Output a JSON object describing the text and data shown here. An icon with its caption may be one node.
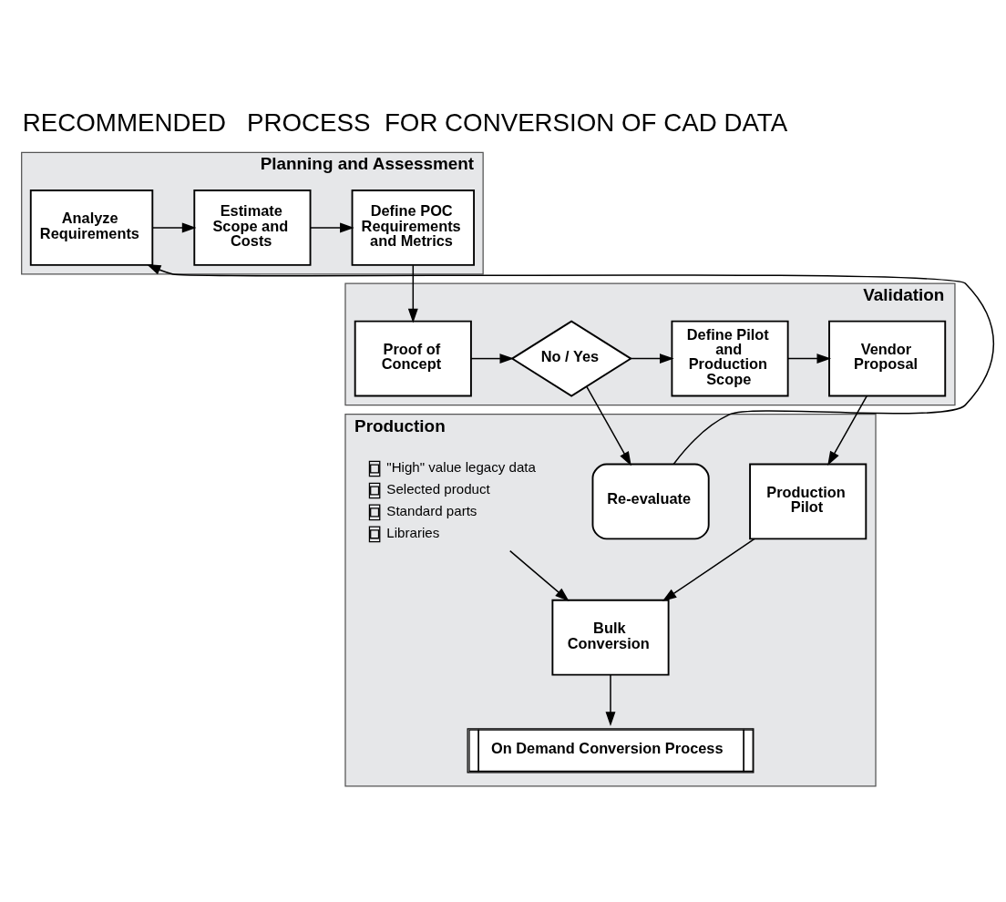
{
  "diagram": {
    "title": "RECOMMENDED   PROCESS  FOR CONVERSION OF CAD DATA",
    "nodes": [
      {
        "text": [
          "Planning and Assessment"
        ]
      },
      {
        "text": [
          "Analyze Requirements"
        ],
        "in": 0
      },
      {
        "text": [
          "Estimate Scope and Costs"
        ],
        "in": 0
      },
      {
        "text": [
          "Define POC Requirements and Metrics"
        ],
        "in": 0
      },
      {
        "text": [
          "Validation"
        ]
      },
      {
        "text": [
          "Proof of Concept"
        ],
        "in": 4
      },
      {
        "text": [
          "No / Yes"
        ],
        "in": 4
      },
      {
        "text": [
          "Define Pilot and Production Scope"
        ],
        "in": 4
      },
      {
        "text": [
          "Vendor Proposal"
        ],
        "in": 4
      },
      {
        "text": [
          "Production"
        ]
      },
      {
        "text": [
          "Re-evaluate"
        ],
        "in": 9
      },
      {
        "text": [
          "Production Pilot"
        ],
        "in": 9
      },
      {
        "text": [
          "\"High\" value legacy data",
          "Selected product",
          "Standard parts",
          "Libraries"
        ],
        "in": 9
      },
      {
        "text": [
          "Bulk Conversion"
        ],
        "in": 9
      },
      {
        "text": [
          "On Demand Conversion Process"
        ],
        "in": 9
      }
    ],
    "edges": [
      {
        "from": 1,
        "to": 2,
        "arrow": "to"
      },
      {
        "from": 2,
        "to": 3,
        "arrow": "to"
      },
      {
        "from": 3,
        "to": 5,
        "arrow": "to"
      },
      {
        "from": 5,
        "to": 6,
        "arrow": "to"
      },
      {
        "from": 6,
        "to": 7,
        "arrow": "to"
      },
      {
        "from": 7,
        "to": 8,
        "arrow": "to"
      },
      {
        "from": 6,
        "to": 10,
        "arrow": "to"
      },
      {
        "from": 10,
        "to": 1,
        "arrow": "to"
      },
      {
        "from": 8,
        "to": 11,
        "arrow": "to"
      },
      {
        "from": 11,
        "to": 13,
        "arrow": "to"
      },
      {
        "from": 12,
        "to": 13,
        "arrow": "to"
      },
      {
        "from": 13,
        "to": 14,
        "arrow": "to"
      }
    ]
  }
}
